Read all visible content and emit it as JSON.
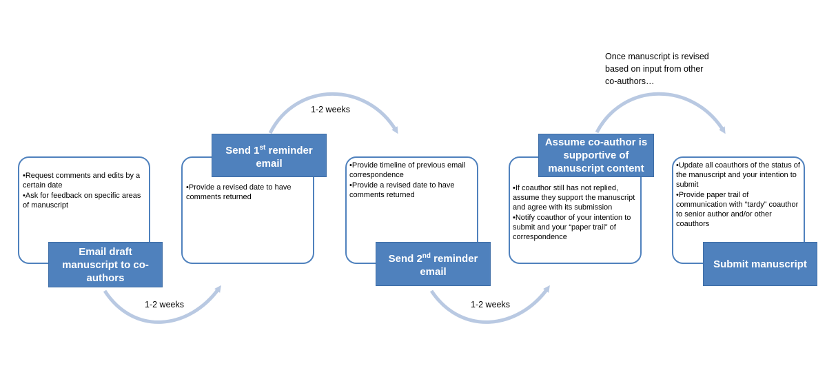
{
  "steps": [
    {
      "title": "Email draft manuscript to co-authors",
      "bullets": [
        "•Request comments and edits by a certain date",
        "•Ask for feedback on specific areas of manuscript"
      ]
    },
    {
      "title": "Send 1st reminder email",
      "title_pre": "Send 1",
      "title_sup": "st",
      "title_post": " reminder email",
      "bullets": [
        "•Provide a revised date to have comments returned"
      ]
    },
    {
      "title": "Send 2nd reminder email",
      "title_pre": "Send 2",
      "title_sup": "nd",
      "title_post": " reminder email",
      "bullets": [
        "•Provide timeline of previous email correspondence",
        "•Provide a revised date to have comments returned"
      ]
    },
    {
      "title": "Assume co-author is supportive of manuscript content",
      "bullets": [
        "•If coauthor still has not replied, assume they support the manuscript and agree with its submission",
        "•Notify coauthor of your intention to submit and your “paper trail” of correspondence"
      ]
    },
    {
      "title": "Submit manuscript",
      "bullets": [
        "•Update all coauthors of the status of the manuscript and your intention to submit",
        "•Provide paper trail of communication with “tardy” coauthor to senior author and/or other coauthors"
      ]
    }
  ],
  "transitions": [
    {
      "label": "1-2 weeks"
    },
    {
      "label": "1-2 weeks"
    },
    {
      "label": "1-2 weeks"
    },
    {
      "label": "Once manuscript is revised based on input from other co-authors…"
    }
  ],
  "colors": {
    "accent": "#4f81bd",
    "arrow": "#b9c9e2"
  }
}
